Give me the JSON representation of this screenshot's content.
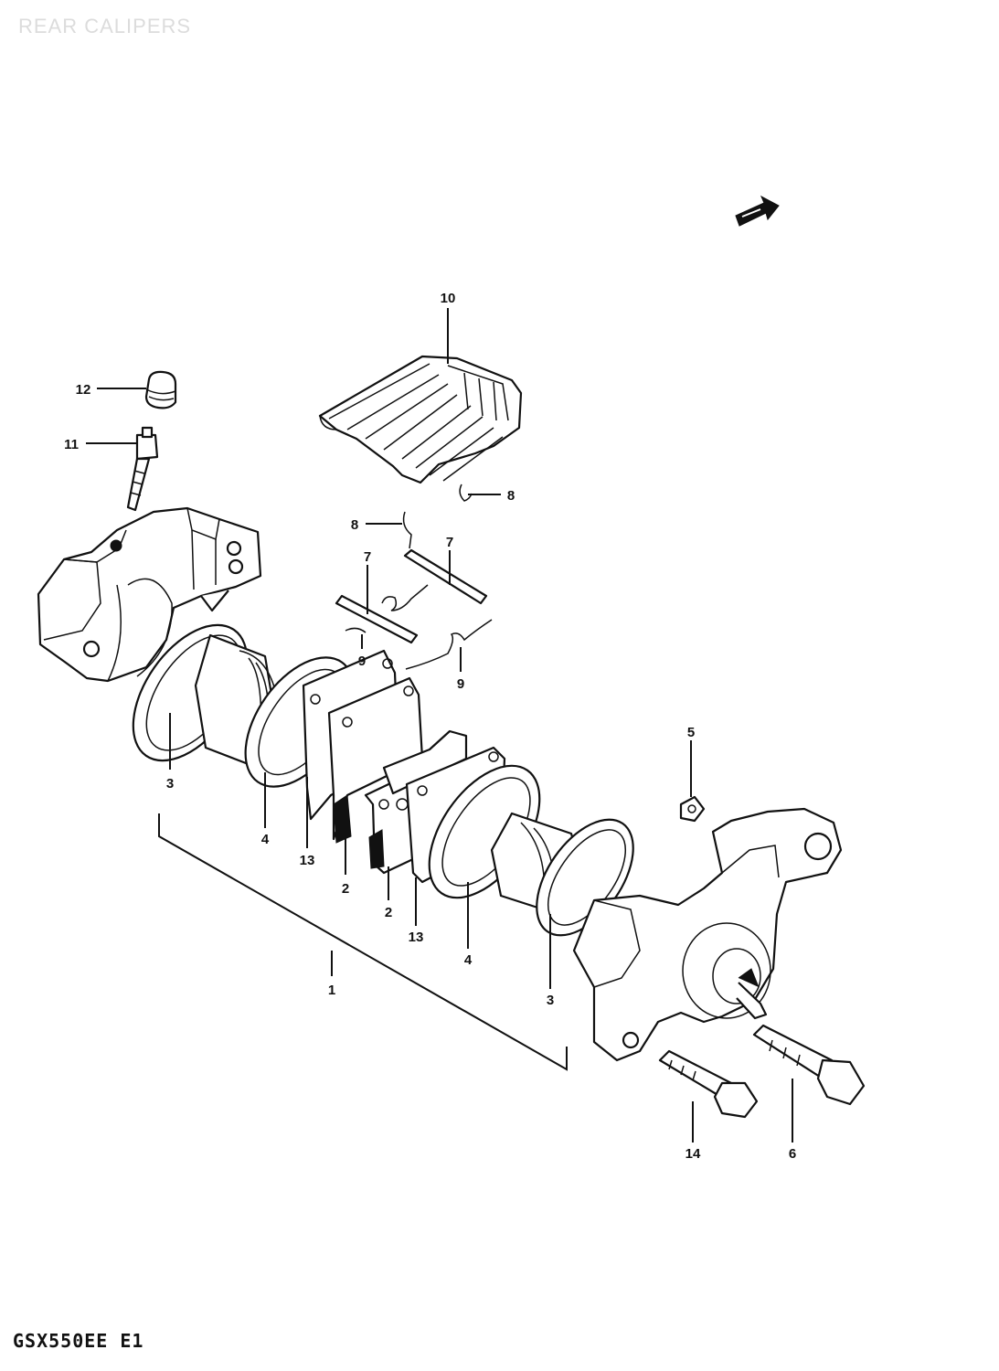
{
  "title": "REAR CALIPERS",
  "model_code": "GSX550EE E1",
  "callouts": [
    {
      "id": "c1",
      "label": "1"
    },
    {
      "id": "c2a",
      "label": "2"
    },
    {
      "id": "c2b",
      "label": "2"
    },
    {
      "id": "c3a",
      "label": "3"
    },
    {
      "id": "c3b",
      "label": "3"
    },
    {
      "id": "c4a",
      "label": "4"
    },
    {
      "id": "c4b",
      "label": "4"
    },
    {
      "id": "c5",
      "label": "5"
    },
    {
      "id": "c6",
      "label": "6"
    },
    {
      "id": "c7a",
      "label": "7"
    },
    {
      "id": "c7b",
      "label": "7"
    },
    {
      "id": "c8a",
      "label": "8"
    },
    {
      "id": "c8b",
      "label": "8"
    },
    {
      "id": "c9a",
      "label": "9"
    },
    {
      "id": "c9b",
      "label": "9"
    },
    {
      "id": "c10",
      "label": "10"
    },
    {
      "id": "c11",
      "label": "11"
    },
    {
      "id": "c12",
      "label": "12"
    },
    {
      "id": "c13a",
      "label": "13"
    },
    {
      "id": "c13b",
      "label": "13"
    },
    {
      "id": "c14",
      "label": "14"
    }
  ]
}
